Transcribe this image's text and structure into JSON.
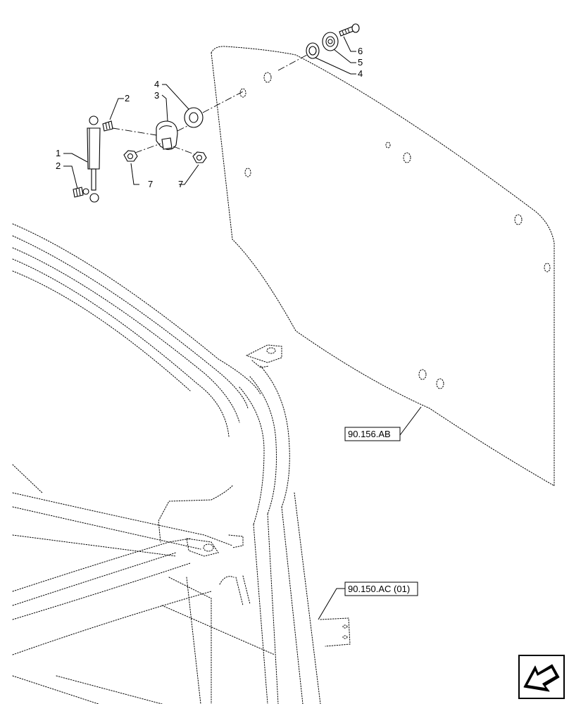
{
  "callouts": [
    {
      "id": "c1",
      "text": "1"
    },
    {
      "id": "c2a",
      "text": "2"
    },
    {
      "id": "c2b",
      "text": "2"
    },
    {
      "id": "c3",
      "text": "3"
    },
    {
      "id": "c4a",
      "text": "4"
    },
    {
      "id": "c7a",
      "text": "7"
    },
    {
      "id": "c7b",
      "text": "7"
    },
    {
      "id": "c6",
      "text": "6"
    },
    {
      "id": "c5",
      "text": "5"
    },
    {
      "id": "c4b",
      "text": "4"
    }
  ],
  "references": {
    "panel_ref": "90.156.AB",
    "frame_ref": "90.150.AC (01)"
  },
  "nav": {
    "icon": "arrow-left-icon"
  }
}
